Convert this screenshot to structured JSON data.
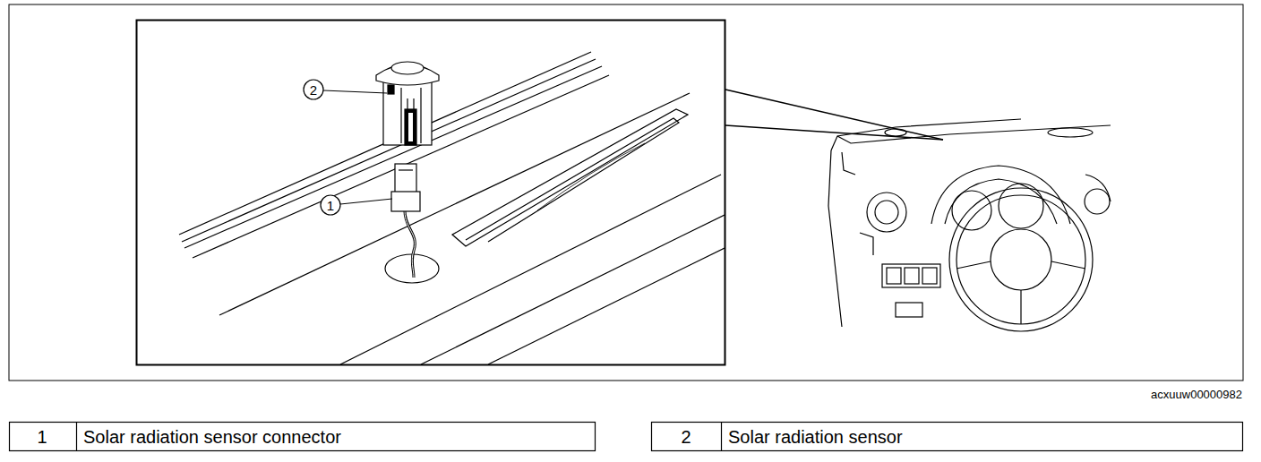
{
  "diagram": {
    "labels": [
      "2",
      "1",
      "acxuuw00000982",
      "1",
      "Solar radiation sensor connector",
      "2",
      "Solar radiation sensor"
    ]
  }
}
